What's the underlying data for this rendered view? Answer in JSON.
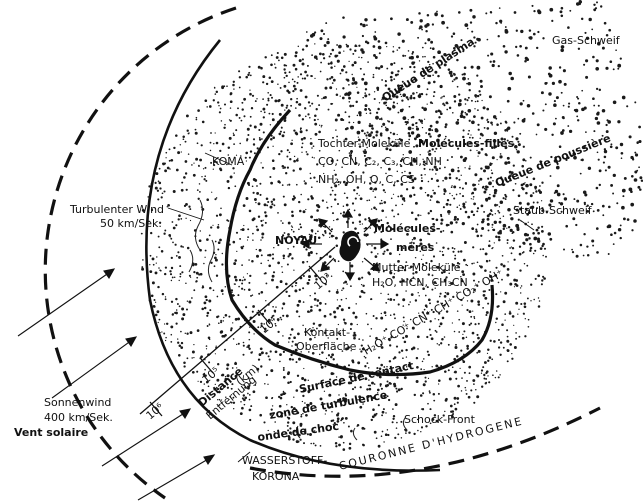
{
  "labels": {
    "plasma_tail": "Queue de plasma",
    "gas_tail": "Gas-Schweif",
    "dust_tail_fr": "Queue de poussière",
    "dust_tail_de": "Staub-Schweif",
    "daughter_de": "Tochter-Moleküle",
    "daughter_fr": "Molécules-filles",
    "daughter_list_1": "CO, CN, C₂, C₃, CH, NH",
    "daughter_list_2": "NH₂, OH, O, C, CS",
    "koma": "KOMA",
    "turb_wind_1": "Turbulenter Wind",
    "turb_wind_2": "50 km/Sek.",
    "noyau": "NOYAU",
    "mother_fr_1": "Molécules-",
    "mother_fr_2": "mères",
    "mother_de": "Mutter-Moleküle",
    "mother_list": "H₂O, HCN, CH₃CN",
    "contact_de_1": "Kontakt-",
    "contact_de_2": "Oberfläche",
    "ions": "H₂O⁺ CO⁺ CN⁺ CH⁺ CO₂⁺ OH⁺",
    "contact_fr": "Surface de contact",
    "turb_zone_1": "zone de turbulence",
    "shock_fr": "onde de choc",
    "shock_de": "Schock-Front",
    "distance_fr": "Distance",
    "distance_de": "Entfernung",
    "km": "(km)",
    "tick_3": "10³",
    "tick_4": "10⁴",
    "tick_5": "10⁵",
    "tick_6": "10⁶",
    "solar_wind_1": "Sonnenwind",
    "solar_wind_2": "400 km/Sek.",
    "solar_wind_fr": "Vent solaire",
    "hydrogen_de_1": "WASSERSTOFF-",
    "hydrogen_de_2": "KORONA",
    "hydrogen_fr": "COURONNE D'HYDROGENE"
  }
}
